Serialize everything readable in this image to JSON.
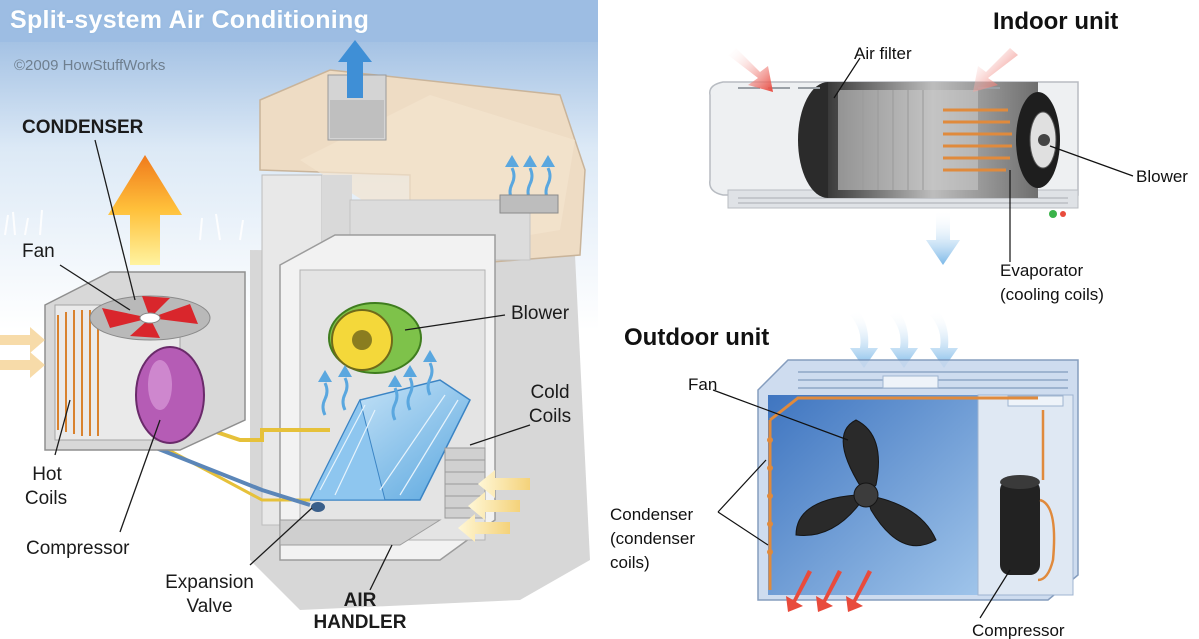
{
  "left": {
    "title": "Split-system Air Conditioning",
    "copyright": "©2009 HowStuffWorks",
    "labels": {
      "condenser": "CONDENSER",
      "fan": "Fan",
      "hot_coils_1": "Hot",
      "hot_coils_2": "Coils",
      "compressor": "Compressor",
      "expansion_1": "Expansion",
      "expansion_2": "Valve",
      "air_handler_1": "AIR",
      "air_handler_2": "HANDLER",
      "blower": "Blower",
      "cold_coils_1": "Cold",
      "cold_coils_2": "Coils"
    }
  },
  "right": {
    "indoor_title": "Indoor unit",
    "outdoor_title": "Outdoor unit",
    "labels": {
      "air_filter": "Air filter",
      "blower": "Blower",
      "evaporator_1": "Evaporator",
      "evaporator_2": "(cooling coils)",
      "fan": "Fan",
      "condenser_1": "Condenser",
      "condenser_2": "(condenser",
      "condenser_3": "coils)",
      "compressor": "Compressor"
    }
  },
  "colors": {
    "sky": "#a9c6e6",
    "house_wall": "#e6e6e6",
    "ceiling": "#e9d7c0",
    "copper": "#e08a3c",
    "hot_arrow": "#f5a623",
    "cold_air": "#7bb8e8",
    "unit_blue": "#2f5fa8",
    "warm_arrow": "#e8463c"
  }
}
